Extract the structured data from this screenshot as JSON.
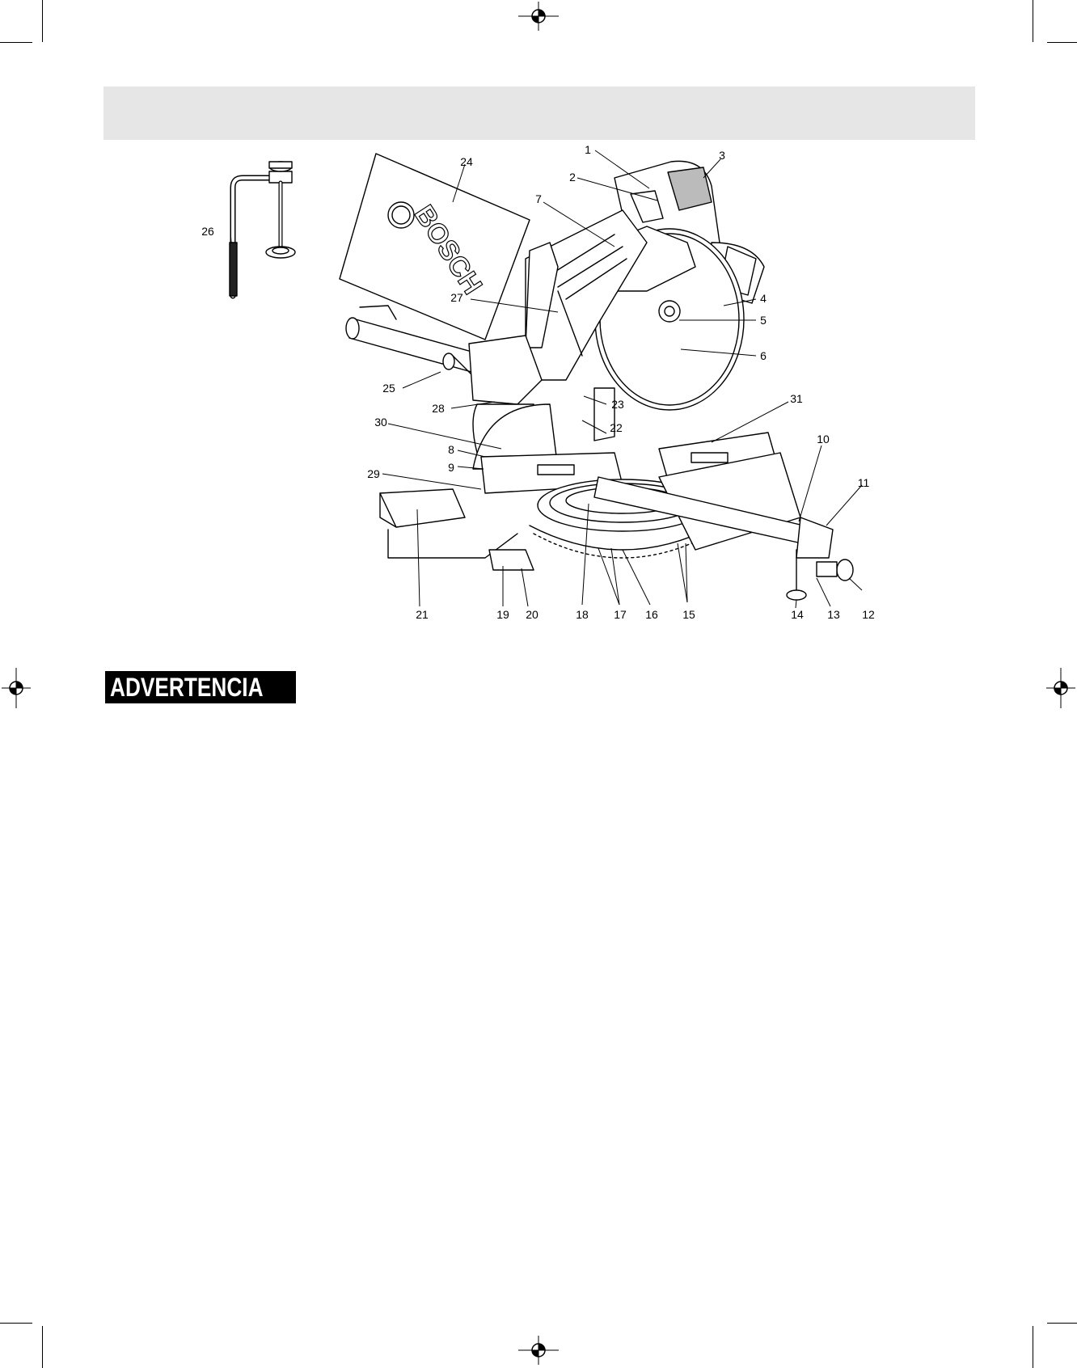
{
  "header": {
    "title": ""
  },
  "figure": {
    "brand_text": "BOSCH",
    "callouts": [
      {
        "id": "c1",
        "label": "1"
      },
      {
        "id": "c2",
        "label": "2"
      },
      {
        "id": "c3",
        "label": "3"
      },
      {
        "id": "c4",
        "label": "4"
      },
      {
        "id": "c5",
        "label": "5"
      },
      {
        "id": "c6",
        "label": "6"
      },
      {
        "id": "c7",
        "label": "7"
      },
      {
        "id": "c8",
        "label": "8"
      },
      {
        "id": "c9",
        "label": "9"
      },
      {
        "id": "c10",
        "label": "10"
      },
      {
        "id": "c11",
        "label": "11"
      },
      {
        "id": "c12",
        "label": "12"
      },
      {
        "id": "c13",
        "label": "13"
      },
      {
        "id": "c14",
        "label": "14"
      },
      {
        "id": "c15",
        "label": "15"
      },
      {
        "id": "c16",
        "label": "16"
      },
      {
        "id": "c17",
        "label": "17"
      },
      {
        "id": "c18",
        "label": "18"
      },
      {
        "id": "c19",
        "label": "19"
      },
      {
        "id": "c20",
        "label": "20"
      },
      {
        "id": "c21",
        "label": "21"
      },
      {
        "id": "c22",
        "label": "22"
      },
      {
        "id": "c23",
        "label": "23"
      },
      {
        "id": "c24",
        "label": "24"
      },
      {
        "id": "c25",
        "label": "25"
      },
      {
        "id": "c26",
        "label": "26"
      },
      {
        "id": "c27",
        "label": "27"
      },
      {
        "id": "c28",
        "label": "28"
      },
      {
        "id": "c29",
        "label": "29"
      },
      {
        "id": "c30",
        "label": "30"
      },
      {
        "id": "c31",
        "label": "31"
      }
    ]
  },
  "warning": {
    "label": "ADVERTENCIA",
    "icon": "warning-triangle-icon"
  }
}
